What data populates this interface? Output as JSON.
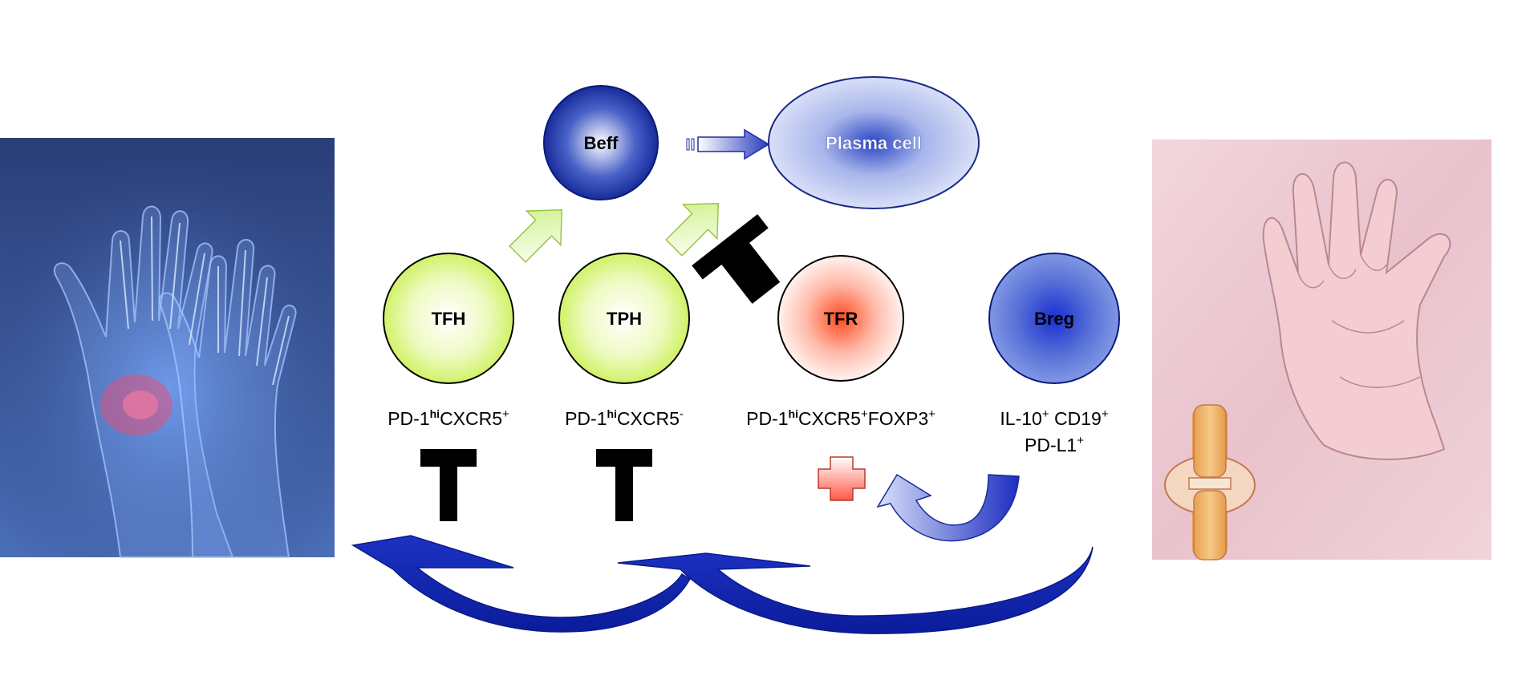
{
  "cells": {
    "beff": "Beff",
    "plasma": "Plasma cell",
    "tfh": "TFH",
    "tph": "TPH",
    "tfr": "TFR",
    "breg": "Breg"
  },
  "markers": {
    "tfh": {
      "base1": "PD-1",
      "sup1": "hi",
      "base2": "CXCR5",
      "sup2": "+"
    },
    "tph": {
      "base1": "PD-1",
      "sup1": "hi",
      "base2": "CXCR5",
      "sup2": "-"
    },
    "tfr": {
      "base1": "PD-1",
      "sup1": "hi",
      "base2": "CXCR5",
      "sup2": "+",
      "base3": "FOXP3",
      "sup3": "+"
    },
    "breg_line1": {
      "base1": "IL-10",
      "sup1": "+",
      "base2": " CD19",
      "sup2": "+"
    },
    "breg_line2": {
      "base1": "PD-L1",
      "sup1": "+"
    }
  },
  "illustrations": {
    "left": "hand-xray-illustration",
    "right": "rheumatoid-hand-illustration"
  }
}
